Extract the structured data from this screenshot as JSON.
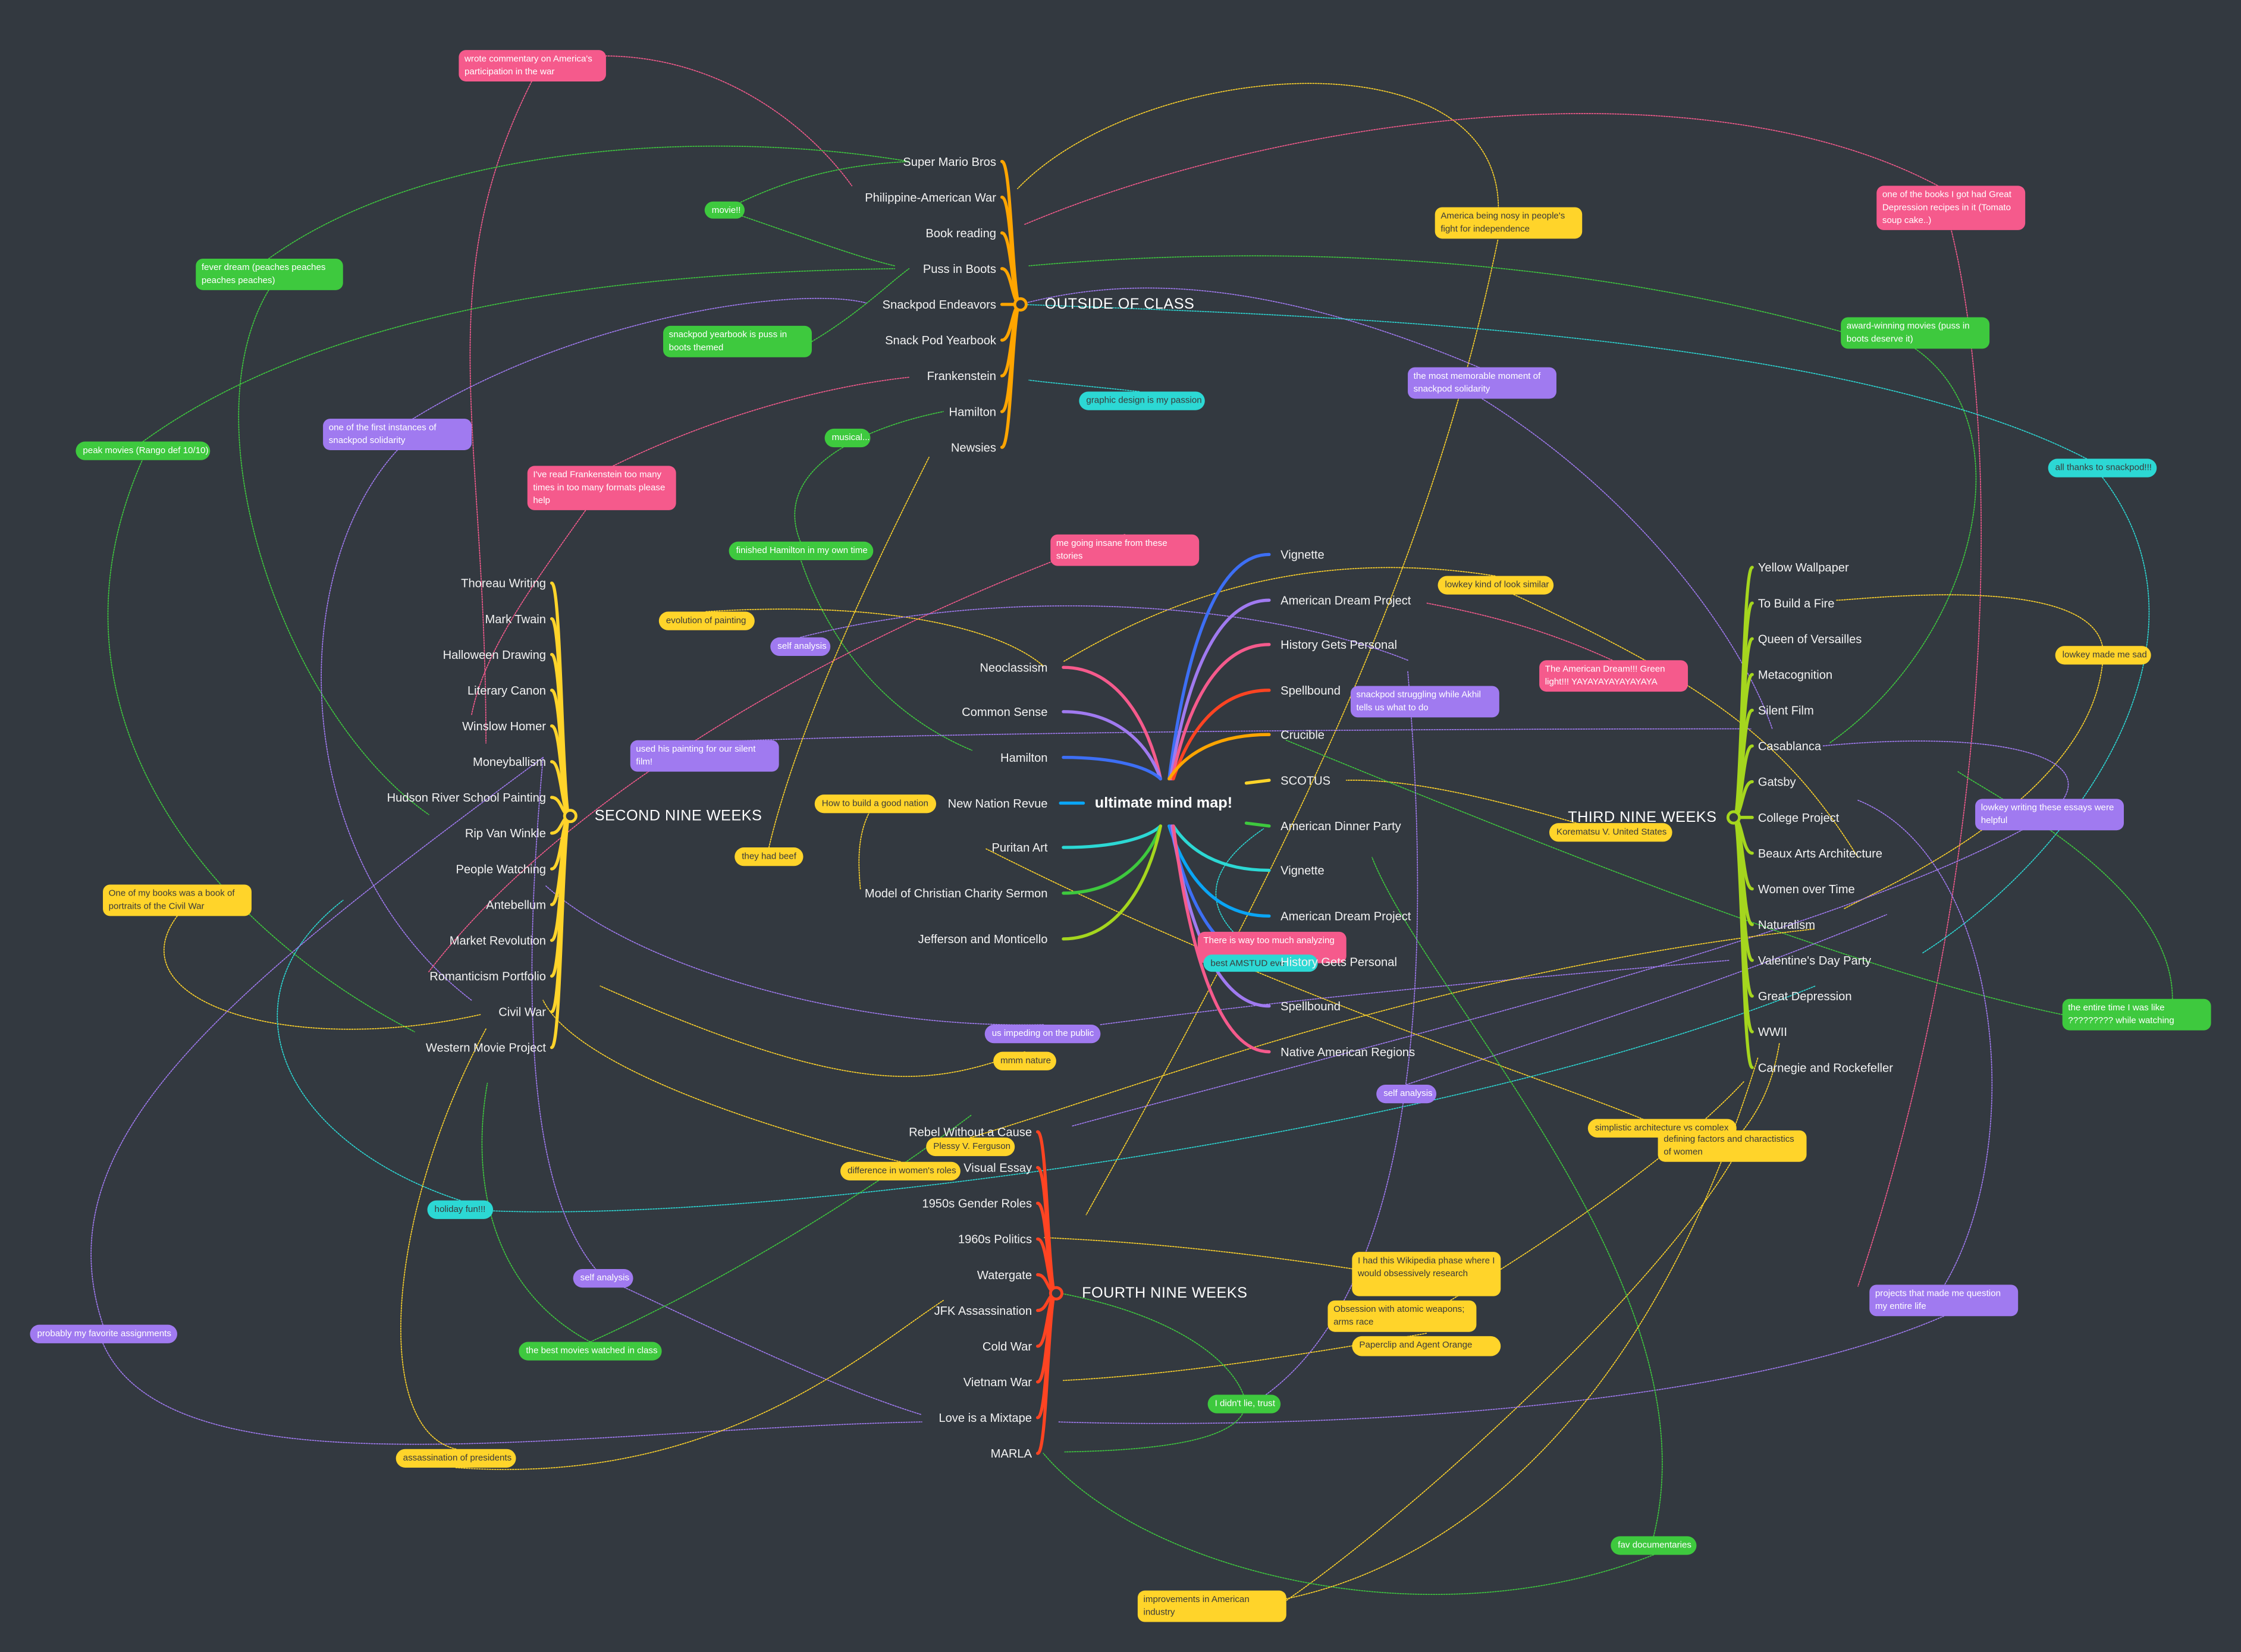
{
  "center": {
    "title": "ultimate mind map!"
  },
  "colors": {
    "background": "#333940",
    "pink": "#f55a8c",
    "purple": "#a07af0",
    "green": "#3ec93e",
    "yellow": "#ffd42a",
    "cyan": "#2cd8d4",
    "orange": "#ffa500",
    "red": "#ff4422",
    "lime": "#a5d61e",
    "blue": "#3d6ff5",
    "lightblue": "#0aa5f5"
  },
  "center_left": [
    {
      "label": "Neoclassism",
      "color": "#f55a8c"
    },
    {
      "label": "Common Sense",
      "color": "#a07af0"
    },
    {
      "label": "Hamilton",
      "color": "#3d6ff5"
    },
    {
      "label": "New Nation Revue",
      "color": "#0aa5f5"
    },
    {
      "label": "Puritan Art",
      "color": "#2cd8d4"
    },
    {
      "label": "Model of Christian Charity Sermon",
      "color": "#3ec93e"
    },
    {
      "label": "Jefferson and Monticello",
      "color": "#a5d61e"
    }
  ],
  "center_right": [
    {
      "label": "Vignette",
      "color": "#3d6ff5"
    },
    {
      "label": "American Dream Project",
      "color": "#a07af0"
    },
    {
      "label": "History Gets Personal",
      "color": "#f55a8c"
    },
    {
      "label": "Spellbound",
      "color": "#ff4422"
    },
    {
      "label": "Crucible",
      "color": "#ffa500"
    },
    {
      "label": "SCOTUS",
      "color": "#ffd42a"
    },
    {
      "label": "American Dinner Party",
      "color": "#3ec93e"
    },
    {
      "label": "Vignette",
      "color": "#2cd8d4"
    },
    {
      "label": "American Dream Project",
      "color": "#0aa5f5"
    },
    {
      "label": "History Gets Personal",
      "color": "#3d6ff5"
    },
    {
      "label": "Spellbound",
      "color": "#a07af0"
    },
    {
      "label": "Native American Regions",
      "color": "#f55a8c"
    }
  ],
  "sections": [
    {
      "title": "OUTSIDE OF CLASS",
      "color": "#ffa500",
      "items": [
        "Super Mario Bros",
        "Philippine-American War",
        "Book reading",
        "Puss in Boots",
        "Snackpod Endeavors",
        "Snack Pod Yearbook",
        "Frankenstein",
        "Hamilton",
        "Newsies"
      ]
    },
    {
      "title": "SECOND NINE WEEKS",
      "color": "#ffd42a",
      "items": [
        "Thoreau Writing",
        "Mark Twain",
        "Halloween Drawing",
        "Literary Canon",
        "Winslow Homer",
        "Moneyballism",
        "Hudson River School Painting",
        "Rip Van Winkle",
        "People Watching",
        "Antebellum",
        "Market Revolution",
        "Romanticism Portfolio",
        "Civil War",
        "Western Movie Project"
      ]
    },
    {
      "title": "THIRD NINE WEEKS",
      "color": "#a5d61e",
      "items": [
        "Yellow Wallpaper",
        "To Build a Fire",
        "Queen of Versailles",
        "Metacognition",
        "Silent Film",
        "Casablanca",
        "Gatsby",
        "College Project",
        "Beaux Arts Architecture",
        "Women over Time",
        "Naturalism",
        "Valentine's Day Party",
        "Great Depression",
        "WWII",
        "Carnegie and Rockefeller"
      ]
    },
    {
      "title": "FOURTH NINE WEEKS",
      "color": "#ff4422",
      "items": [
        "Rebel Without a Cause",
        "Visual Essay",
        "1950s Gender Roles",
        "1960s Politics",
        "Watergate",
        "JFK Assassination",
        "Cold War",
        "Vietnam War",
        "Love is a Mixtape",
        "MARLA"
      ]
    }
  ],
  "notes": [
    {
      "text": "wrote commentary on America's participation in the war",
      "color": "pink"
    },
    {
      "text": "movie!!",
      "color": "green"
    },
    {
      "text": "America being nosy in people's fight for independence",
      "color": "yellow"
    },
    {
      "text": "one of the books I got had Great Depression recipes in it (Tomato soup cake..)",
      "color": "pink"
    },
    {
      "text": "fever dream (peaches peaches peaches peaches)",
      "color": "green"
    },
    {
      "text": "snackpod yearbook is puss in boots themed",
      "color": "green"
    },
    {
      "text": "award-winning movies (puss in boots deserve it)",
      "color": "green"
    },
    {
      "text": "graphic design is my passion",
      "color": "cyan"
    },
    {
      "text": "the most memorable moment of snackpod solidarity",
      "color": "purple"
    },
    {
      "text": "one of the first instances of snackpod solidarity",
      "color": "purple"
    },
    {
      "text": "peak movies (Rango def 10/10)",
      "color": "green"
    },
    {
      "text": "musical...",
      "color": "green"
    },
    {
      "text": "all thanks to snackpod!!!",
      "color": "cyan"
    },
    {
      "text": "I've read Frankenstein too many times in too many formats please help",
      "color": "pink"
    },
    {
      "text": "finished Hamilton in my own time",
      "color": "green"
    },
    {
      "text": "me going insane from these stories",
      "color": "pink"
    },
    {
      "text": "lowkey kind of look similar",
      "color": "yellow"
    },
    {
      "text": "evolution of painting",
      "color": "yellow"
    },
    {
      "text": "self analysis",
      "color": "purple"
    },
    {
      "text": "lowkey made me sad",
      "color": "yellow"
    },
    {
      "text": "The American Dream!!! Green light!!! YAYAYAYAYAYAYAYA",
      "color": "pink"
    },
    {
      "text": "snackpod struggling while Akhil tells us what to do",
      "color": "purple"
    },
    {
      "text": "used his painting for our silent film!",
      "color": "purple"
    },
    {
      "text": "How to build a good nation",
      "color": "yellow"
    },
    {
      "text": "lowkey writing these essays were helpful",
      "color": "purple"
    },
    {
      "text": "Korematsu V. United States",
      "color": "yellow"
    },
    {
      "text": "they had beef",
      "color": "yellow"
    },
    {
      "text": "One of my books was a book of portraits of the Civil War",
      "color": "yellow"
    },
    {
      "text": "There is way too much analyzing",
      "color": "pink"
    },
    {
      "text": "best AMSTUD eve",
      "color": "cyan"
    },
    {
      "text": "the entire time I was like ????????? while watching",
      "color": "green"
    },
    {
      "text": "us impeding on the public",
      "color": "purple"
    },
    {
      "text": "mmm nature",
      "color": "yellow"
    },
    {
      "text": "self analysis",
      "color": "purple"
    },
    {
      "text": "simplistic architecture vs complex",
      "color": "yellow"
    },
    {
      "text": "defining factors and charactistics of women",
      "color": "yellow"
    },
    {
      "text": "Plessy V. Ferguson",
      "color": "yellow"
    },
    {
      "text": "difference in women's roles",
      "color": "yellow"
    },
    {
      "text": "holiday fun!!!",
      "color": "cyan"
    },
    {
      "text": "self analysis",
      "color": "purple"
    },
    {
      "text": "I had this Wikipedia phase where I would obsessively research",
      "color": "yellow"
    },
    {
      "text": "Paperclip and Agent Orange",
      "color": "yellow"
    },
    {
      "text": "Obsession with atomic weapons; arms race",
      "color": "yellow"
    },
    {
      "text": "projects that made me question my entire life",
      "color": "purple"
    },
    {
      "text": "probably my favorite assignments",
      "color": "purple"
    },
    {
      "text": "the best movies watched in class",
      "color": "green"
    },
    {
      "text": "I didn't lie, trust",
      "color": "green"
    },
    {
      "text": "assassination of presidents",
      "color": "yellow"
    },
    {
      "text": "fav documentaries",
      "color": "green"
    },
    {
      "text": "improvements in American industry",
      "color": "yellow"
    }
  ]
}
